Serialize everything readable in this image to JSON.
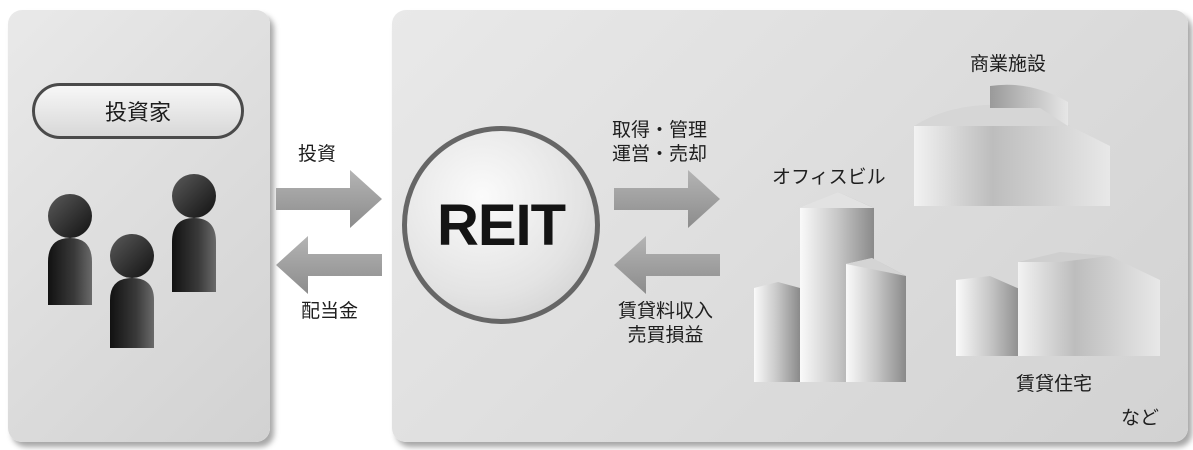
{
  "investor": {
    "label": "投資家"
  },
  "flows": {
    "invest": "投資",
    "dividend": "配当金",
    "acquire_manage": [
      "取得・管理",
      "運営・売却"
    ],
    "income": [
      "賃貸料収入",
      "売買損益"
    ]
  },
  "reit": {
    "label": "REIT"
  },
  "properties": {
    "commercial": "商業施設",
    "office": "オフィスビル",
    "residential": "賃貸住宅",
    "etc": "など"
  },
  "colors": {
    "panel": "#dcdcdc",
    "arrow": "#9a9a9a",
    "person": "#2e2e2e"
  }
}
